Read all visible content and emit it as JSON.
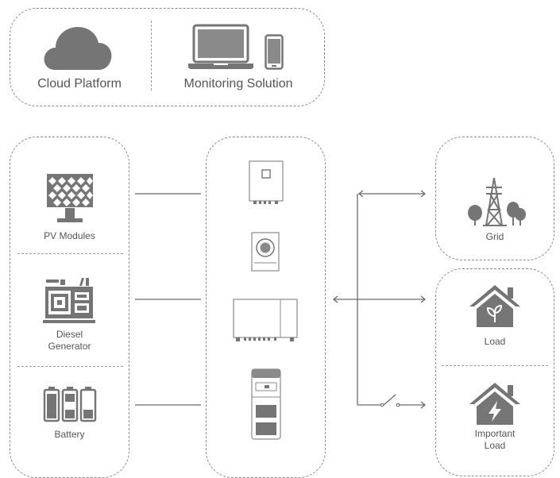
{
  "top": {
    "cloud_label": "Cloud Platform",
    "monitor_label": "Monitoring Solution"
  },
  "left": {
    "pv_label": "PV Modules",
    "diesel_label": "Diesel\nGenerator",
    "battery_label": "Battery"
  },
  "right": {
    "grid_label": "Grid",
    "load_label": "Load",
    "important_label": "Important\nLoad"
  },
  "colors": {
    "icon_gray": "#757575",
    "line_gray": "#6a6a6a",
    "border_gray": "#8a8a8a"
  }
}
